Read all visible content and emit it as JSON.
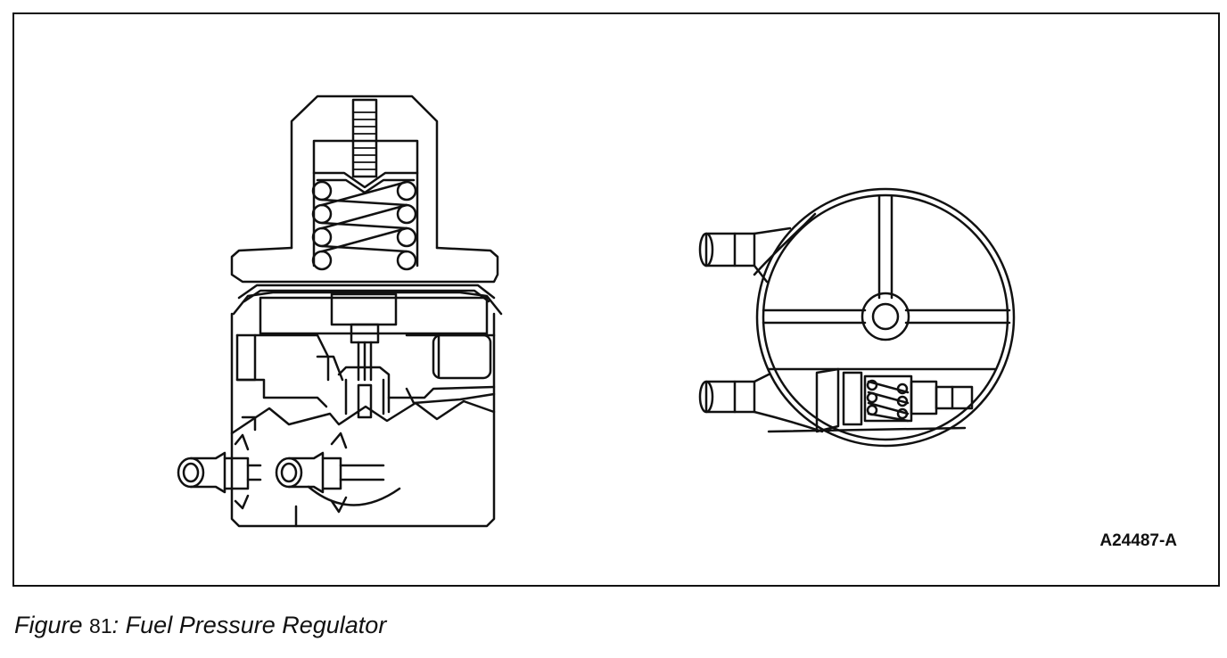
{
  "figure": {
    "reference_code": "A24487-A",
    "caption_prefix": "Figure",
    "caption_number": "81",
    "caption_separator": ":",
    "caption_title": "Fuel Pressure Regulator"
  },
  "colors": {
    "line": "#111111",
    "background": "#ffffff"
  }
}
